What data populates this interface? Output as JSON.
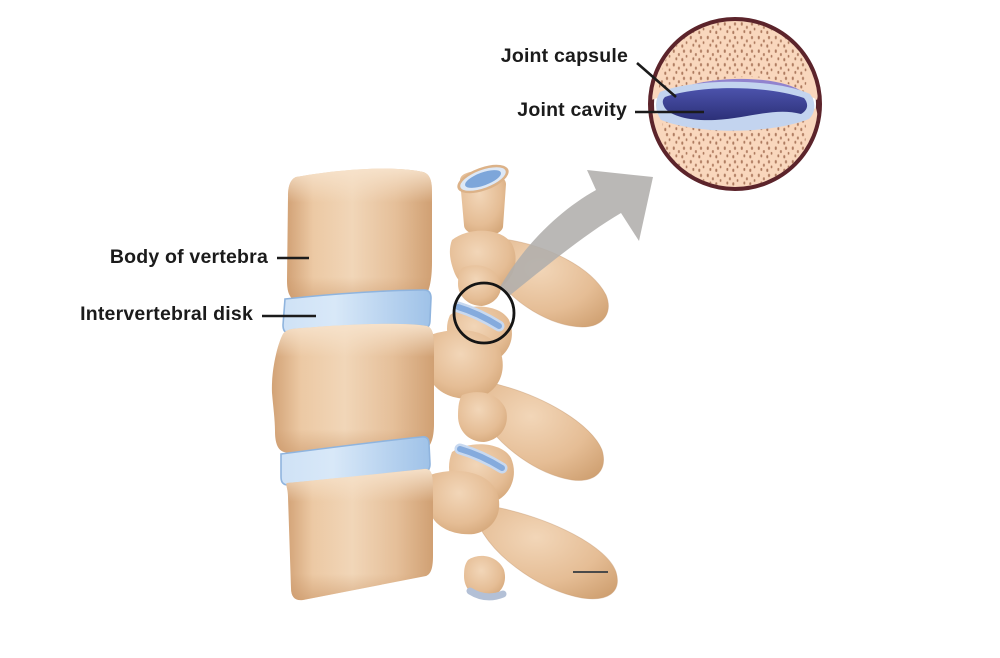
{
  "diagram": {
    "subject": "spinal-column-facet-joint-anatomy",
    "labels": {
      "joint_capsule": "Joint capsule",
      "joint_cavity": "Joint cavity",
      "body_of_vertebra": "Body of vertebra",
      "intervertebral_disk": "Intervertebral disk"
    },
    "icons": {
      "zoom_arrow": "curved-taper-arrow",
      "annotation_circle": "thin-black-circle-outline",
      "inset_ring": "thick-maroon-circle-ring"
    },
    "colors": {
      "background": "#ffffff",
      "bone_light": "#f1d6b8",
      "bone_mid": "#e9c49f",
      "bone_shadow": "#d2a276",
      "disk_blue_light": "#d8e8f8",
      "disk_blue_dark": "#9fc2e8",
      "facet_blue": "#85abdd",
      "facet_ring_light": "#c8d9f0",
      "annotation_black": "#151515",
      "arrow_gray": "#b0aeac",
      "inset_ring_maroon": "#5c242b",
      "inset_bone_peach": "#f9d7bd",
      "inset_speckle_brown": "#ad7a5f",
      "capsule_gray": "#c9c8cd",
      "cavity_dark_blue": "#32377f",
      "cavity_rim_purple": "#9183ce",
      "cartilage_light_blue": "#c3d4ef",
      "label_text": "#1b1b1b"
    }
  }
}
